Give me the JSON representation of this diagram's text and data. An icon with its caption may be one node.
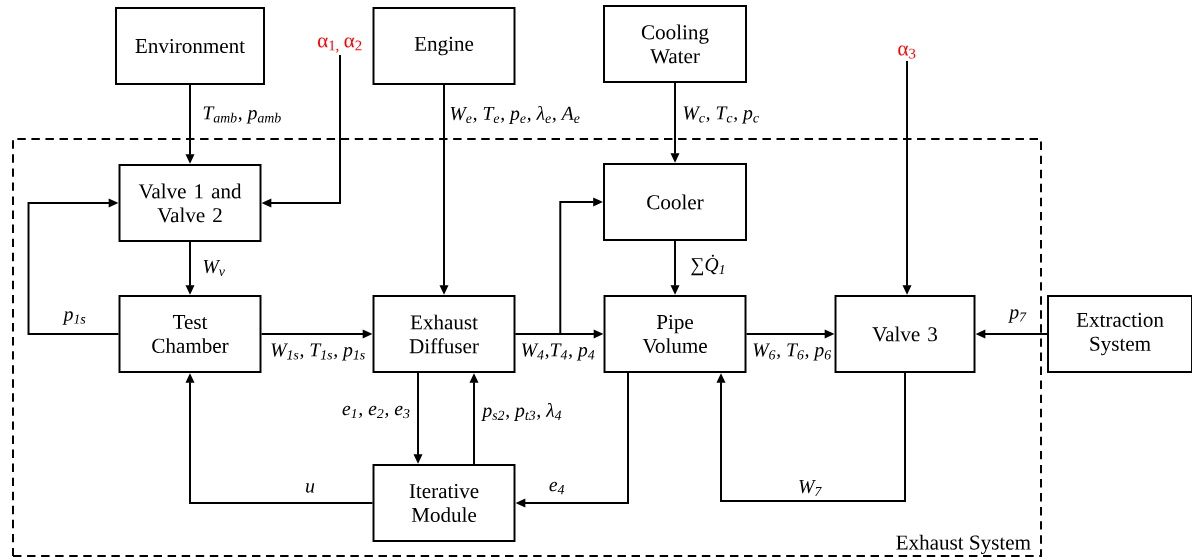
{
  "diagram": {
    "nodes": [
      {
        "text": [
          "Exhaust System"
        ]
      },
      {
        "text": [
          "Environment"
        ]
      },
      {
        "text": [
          "α$_{1, }$α$_{2}$"
        ]
      },
      {
        "text": [
          "Engine"
        ]
      },
      {
        "text": [
          "Cooling Water"
        ]
      },
      {
        "text": [
          "α$_{3}$"
        ]
      },
      {
        "text": [
          "Valve 1 and Valve 2"
        ],
        "in": 0
      },
      {
        "text": [
          "Cooler"
        ],
        "in": 0
      },
      {
        "text": [
          "Test Chamber"
        ],
        "in": 0
      },
      {
        "text": [
          "Exhaust Diffuser"
        ],
        "in": 0
      },
      {
        "text": [
          "Pipe Volume"
        ],
        "in": 0
      },
      {
        "text": [
          "Valve 3"
        ],
        "in": 0
      },
      {
        "text": [
          "Extraction System"
        ]
      },
      {
        "text": [
          "Iterative Module"
        ],
        "in": 0
      }
    ],
    "edges": [
      {
        "from": 1,
        "to": 6,
        "arrow": "to",
        "label": "T$_{amb}$, p$_{amb}$"
      },
      {
        "from": 2,
        "to": 6,
        "arrow": "to"
      },
      {
        "from": 3,
        "to": 9,
        "arrow": "to",
        "label": "W$_{e}$, T$_{e}$, p$_{e}$, λ$_{e}$, A$_{e}$"
      },
      {
        "from": 4,
        "to": 7,
        "arrow": "to",
        "label": "W$_{c}$, T$_{c}$, p$_{c}$"
      },
      {
        "from": 5,
        "to": 11,
        "arrow": "to"
      },
      {
        "from": 6,
        "to": 8,
        "arrow": "to",
        "label": "W$_{v}$"
      },
      {
        "from": 8,
        "to": 6,
        "arrow": "to",
        "label": "p$_{1s}$"
      },
      {
        "from": 8,
        "to": 9,
        "arrow": "to",
        "label": "W$_{1s}$, T$_{1s}$, p$_{1s}$"
      },
      {
        "from": 9,
        "to": 10,
        "arrow": "to",
        "label": "W$_{4}$,T$_{4}$, p$_{4}$"
      },
      {
        "from": 9,
        "to": 7,
        "arrow": "to"
      },
      {
        "from": 7,
        "to": 10,
        "arrow": "to",
        "label": "∑Q̇$_{1}$"
      },
      {
        "from": 10,
        "to": 11,
        "arrow": "to",
        "label": "W$_{6}$, T$_{6}$, p$_{6}$"
      },
      {
        "from": 12,
        "to": 11,
        "arrow": "to",
        "label": "p$_{7}$"
      },
      {
        "from": 9,
        "to": 13,
        "arrow": "to",
        "label": "e$_{1}$, e$_{2}$, e$_{3}$"
      },
      {
        "from": 13,
        "to": 9,
        "arrow": "to",
        "label": "p$_{s2}$, p$_{t3}$, λ$_{4}$"
      },
      {
        "from": 13,
        "to": 8,
        "arrow": "to",
        "label": "u"
      },
      {
        "from": 10,
        "to": 13,
        "arrow": "to",
        "label": "e$_{4}$"
      },
      {
        "from": 11,
        "to": 10,
        "arrow": "to",
        "label": "W$_{7}$"
      }
    ]
  }
}
